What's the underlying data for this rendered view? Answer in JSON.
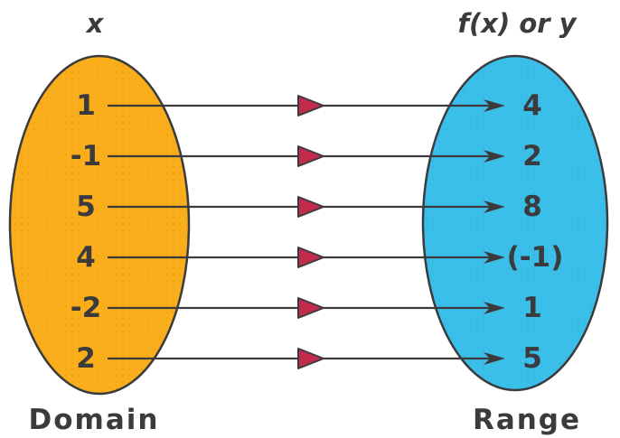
{
  "headers": {
    "domain_variable": "x",
    "range_variable": "f(x) or y"
  },
  "labels": {
    "domain": "Domain",
    "range": "Range"
  },
  "mappings": [
    {
      "from": "1",
      "to": "4"
    },
    {
      "from": "-1",
      "to": "2"
    },
    {
      "from": "5",
      "to": "8"
    },
    {
      "from": "4",
      "to": "(-1)"
    },
    {
      "from": "-2",
      "to": "1"
    },
    {
      "from": "2",
      "to": "5"
    }
  ],
  "colors": {
    "domain_fill": "#FAAE1C",
    "range_fill": "#3ABFEA",
    "connector_arrowhead": "#C32B4D",
    "line": "#3B3B3D",
    "text": "#3B3B3D"
  }
}
